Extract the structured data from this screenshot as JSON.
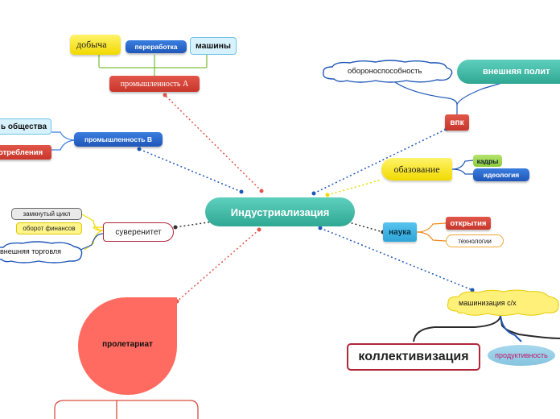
{
  "center": "Индустриализация",
  "vneshnyaya_politika": "внешняя полит",
  "oboronosposobnost": "обороноспособность",
  "vpk": "впк",
  "obrazovanie": "обазование",
  "kadry": "кадры",
  "ideologiya": "идеология",
  "nauka": "наука",
  "otkrytiya": "открытия",
  "tehnologii": "технологии",
  "mashinizaciya": "машинизация с/х",
  "kollektivizaciya": "коллективизация",
  "produktivnost": "продуктивность",
  "proletariat": "пролетариат",
  "suverenitet": "суверенитет",
  "zamknutyi_cikl": "замкнутый цикл",
  "oborot_finansov": "оборот финансов",
  "vneshnyaya_torgovlya": "внешняя торговля",
  "promyshlennost_b": "промышленность B",
  "obshchestva": "ь общества",
  "potrebleniya": "отребления",
  "promyshlennost_a": "промышленность A",
  "dobycha": "добыча",
  "pererabotka": "переработка",
  "mashiny": "машины",
  "colors": {
    "teal": "#2fa893",
    "red_dotted": "#e0564a",
    "blue_dotted": "#1f57b8",
    "yellow_dotted": "#f1d900",
    "dark_dotted": "#333333",
    "proletariat": "#ff6b61"
  }
}
